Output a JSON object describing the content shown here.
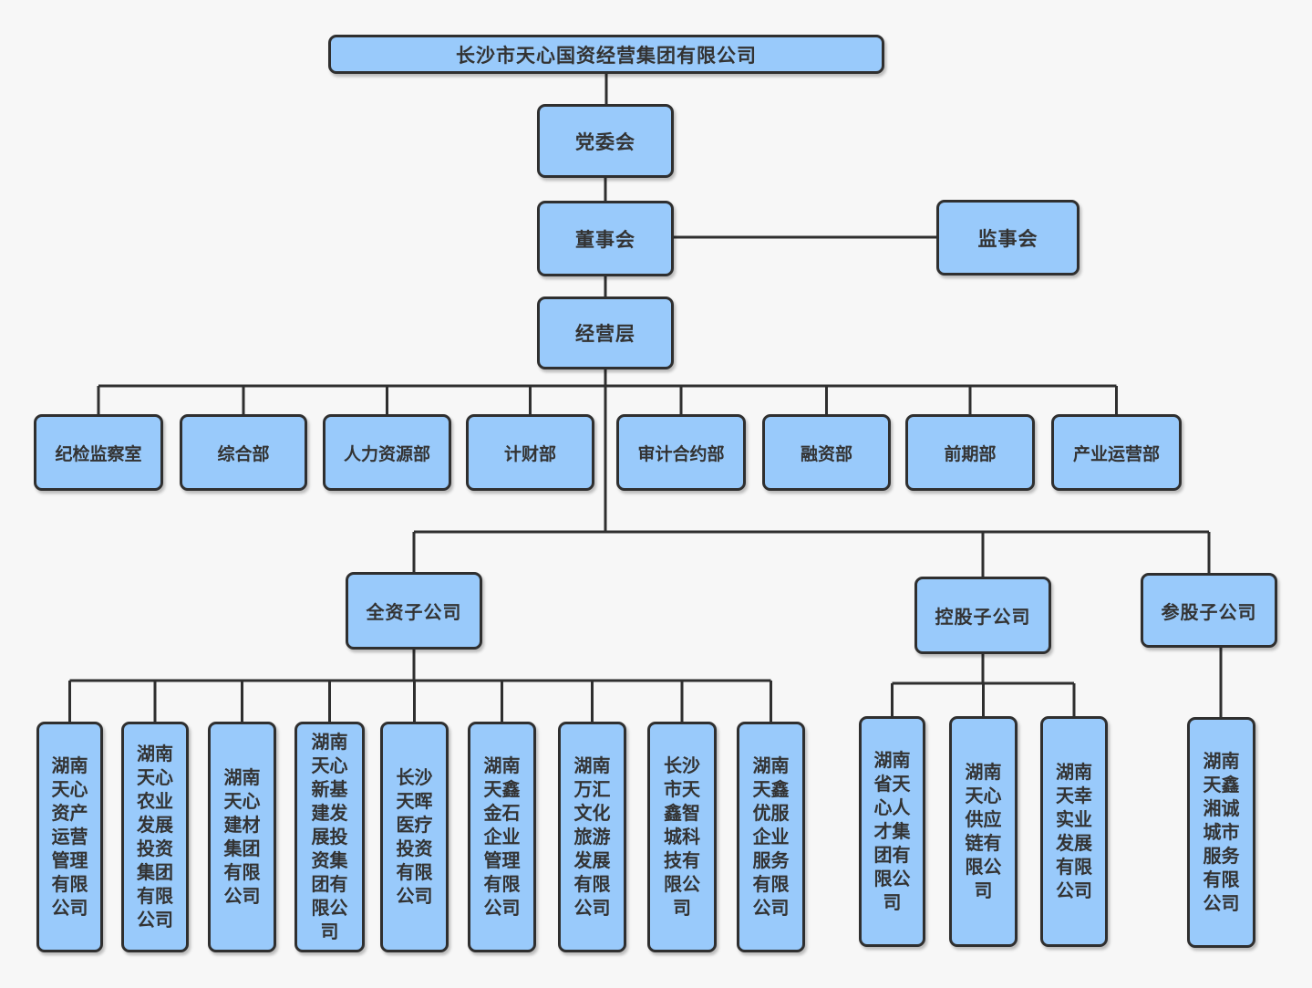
{
  "colors": {
    "background": "#f7f7f7",
    "node_fill": "#99cafb",
    "node_border": "#2f2f2f",
    "connector": "#2f2f2f",
    "text": "#333333"
  },
  "org_chart": {
    "root": "长沙市天心国资经营集团有限公司",
    "levels": {
      "party_committee": "党委会",
      "board_of_directors": "董事会",
      "supervisory_board": "监事会",
      "management_level": "经营层"
    },
    "departments": [
      "纪检监察室",
      "综合部",
      "人力资源部",
      "计财部",
      "审计合约部",
      "融资部",
      "前期部",
      "产业运营部"
    ],
    "groups": {
      "wholly_owned": {
        "label": "全资子公司",
        "companies": [
          "湖南天心资产运营管理有限公司",
          "湖南天心农业发展投资集团有限公司",
          "湖南天心建材集团有限公司",
          "湖南天心新基建发展投资集团有限公司",
          "长沙天晖医疗投资有限公司",
          "湖南天鑫金石企业管理有限公司",
          "湖南万汇文化旅游发展有限公司",
          "长沙市天鑫智城科技有限公司",
          "湖南天鑫优服企业服务有限公司"
        ]
      },
      "holding": {
        "label": "控股子公司",
        "companies": [
          "湖南省天心人才集团有限公司",
          "湖南天心供应链有限公司",
          "湖南天幸实业发展有限公司"
        ]
      },
      "participating": {
        "label": "参股子公司",
        "companies": [
          "湖南天鑫湘诚城市服务有限公司"
        ]
      }
    }
  }
}
